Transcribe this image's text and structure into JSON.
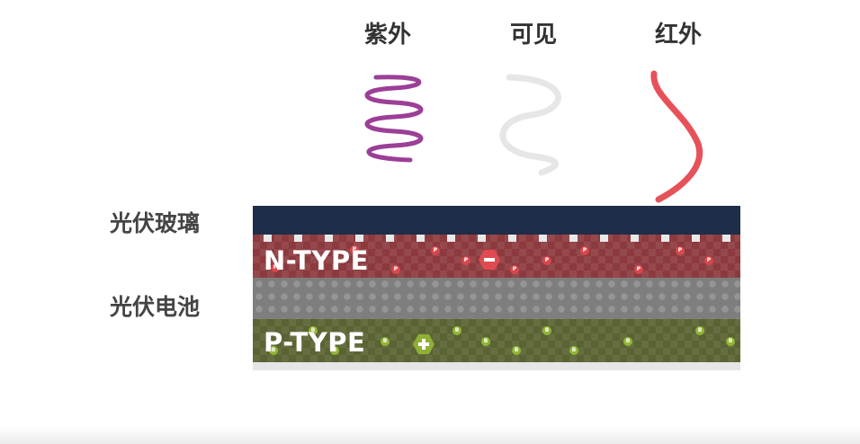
{
  "spectrum": {
    "uv": {
      "label": "紫外",
      "color": "#9b3f97"
    },
    "visible": {
      "label": "可见",
      "color": "#e6e6e6"
    },
    "infrared": {
      "label": "红外",
      "color": "#e6525a"
    }
  },
  "labels": {
    "glass": "光伏玻璃",
    "cell": "光伏电池",
    "n_type": "N-TYPE",
    "p_type": "P-TYPE",
    "phosphorus_dopant": "P",
    "boron_dopant": "B"
  },
  "colors": {
    "glass": "#1e2d48",
    "n_type": "#8c3a3e",
    "cell": "#7e7e7e",
    "p_type": "#5a6333"
  },
  "icons": {
    "electron": "minus-hexagon-icon",
    "hole": "plus-hexagon-icon"
  }
}
